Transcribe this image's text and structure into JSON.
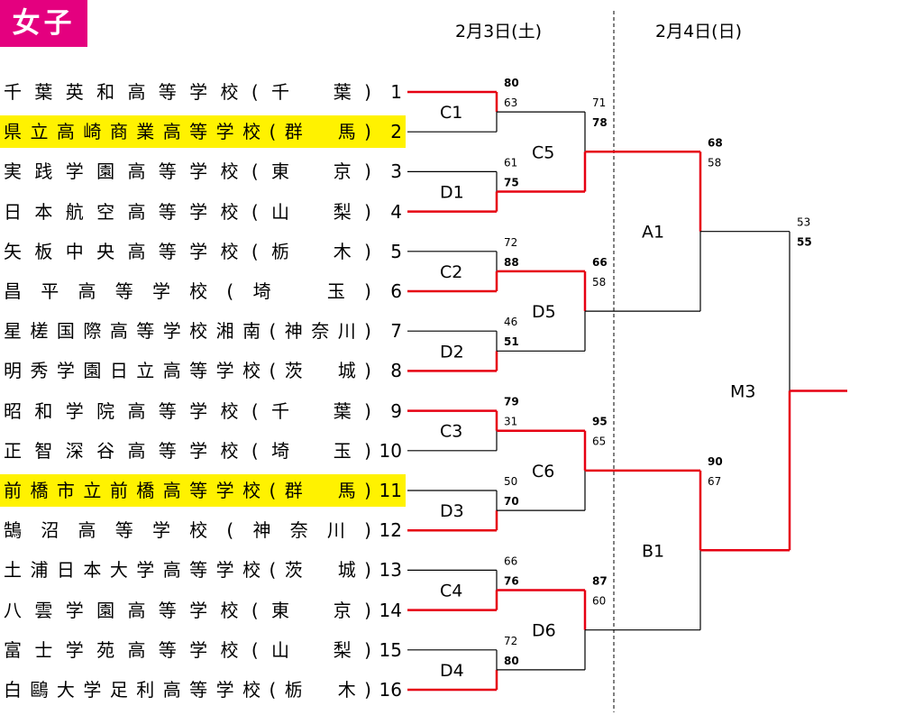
{
  "badge": "女子",
  "dates": {
    "day1": "2月3日(土)",
    "day2": "2月4日(日)"
  },
  "teams": [
    {
      "name": "千葉英和高等学校(千　葉)",
      "seed": "1",
      "highlight": false
    },
    {
      "name": "県立高崎商業高等学校(群　馬)",
      "seed": "2",
      "highlight": true
    },
    {
      "name": "実践学園高等学校(東　京)",
      "seed": "3",
      "highlight": false
    },
    {
      "name": "日本航空高等学校(山　梨)",
      "seed": "4",
      "highlight": false
    },
    {
      "name": "矢板中央高等学校(栃　木)",
      "seed": "5",
      "highlight": false
    },
    {
      "name": "昌平高等学校(埼　玉)",
      "seed": "6",
      "highlight": false
    },
    {
      "name": "星槎国際高等学校湘南(神奈川)",
      "seed": "7",
      "highlight": false
    },
    {
      "name": "明秀学園日立高等学校(茨　城)",
      "seed": "8",
      "highlight": false
    },
    {
      "name": "昭和学院高等学校(千　葉)",
      "seed": "9",
      "highlight": false
    },
    {
      "name": "正智深谷高等学校(埼　玉)",
      "seed": "10",
      "highlight": false
    },
    {
      "name": "前橋市立前橋高等学校(群　馬)",
      "seed": "11",
      "highlight": true
    },
    {
      "name": "鵠沼高等学校(神奈川)",
      "seed": "12",
      "highlight": false
    },
    {
      "name": "土浦日本大学高等学校(茨　城)",
      "seed": "13",
      "highlight": false
    },
    {
      "name": "八雲学園高等学校(東　京)",
      "seed": "14",
      "highlight": false
    },
    {
      "name": "富士学苑高等学校(山　梨)",
      "seed": "15",
      "highlight": false
    },
    {
      "name": "白鷗大学足利高等学校(栃　木)",
      "seed": "16",
      "highlight": false
    }
  ],
  "matches": {
    "C1": {
      "label": "C1",
      "top_score": "80",
      "bottom_score": "63",
      "winner": "top"
    },
    "D1": {
      "label": "D1",
      "top_score": "61",
      "bottom_score": "75",
      "winner": "bottom"
    },
    "C2": {
      "label": "C2",
      "top_score": "72",
      "bottom_score": "88",
      "winner": "bottom"
    },
    "D2": {
      "label": "D2",
      "top_score": "46",
      "bottom_score": "51",
      "winner": "bottom"
    },
    "C3": {
      "label": "C3",
      "top_score": "79",
      "bottom_score": "31",
      "winner": "top"
    },
    "D3": {
      "label": "D3",
      "top_score": "50",
      "bottom_score": "70",
      "winner": "bottom"
    },
    "C4": {
      "label": "C4",
      "top_score": "66",
      "bottom_score": "76",
      "winner": "bottom"
    },
    "D4": {
      "label": "D4",
      "top_score": "72",
      "bottom_score": "80",
      "winner": "bottom"
    },
    "C5": {
      "label": "C5",
      "top_score": "71",
      "bottom_score": "78",
      "winner": "bottom"
    },
    "D5": {
      "label": "D5",
      "top_score": "66",
      "bottom_score": "58",
      "winner": "top"
    },
    "C6": {
      "label": "C6",
      "top_score": "95",
      "bottom_score": "65",
      "winner": "top"
    },
    "D6": {
      "label": "D6",
      "top_score": "87",
      "bottom_score": "60",
      "winner": "top"
    },
    "A1": {
      "label": "A1",
      "top_score": "68",
      "bottom_score": "58",
      "winner": "top"
    },
    "B1": {
      "label": "B1",
      "top_score": "90",
      "bottom_score": "67",
      "winner": "top"
    },
    "M3": {
      "label": "M3",
      "top_score": "53",
      "bottom_score": "55",
      "winner": "bottom"
    }
  },
  "colors": {
    "win_line": "#e60012",
    "lose_line": "#000000",
    "highlight": "#fff200",
    "badge": "#e4007f"
  }
}
